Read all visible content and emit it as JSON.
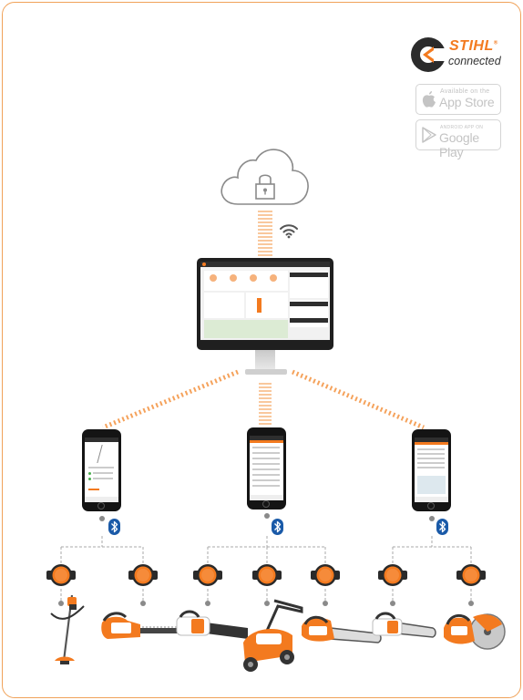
{
  "brand": {
    "name": "STIHL",
    "registered": "®",
    "tagline": "connected",
    "accent_color": "#f37a1f",
    "dark_color": "#2b2b2b"
  },
  "app_store": {
    "small_text": "Available on the",
    "big_text": "App Store",
    "icon": "apple-icon"
  },
  "google_play": {
    "small_text": "ANDROID APP ON",
    "big_text": "Google Play",
    "icon": "play-triangle-icon"
  },
  "cloud": {
    "icon": "cloud-lock-icon"
  },
  "wifi": {
    "icon": "wifi-icon"
  },
  "bluetooth": {
    "icon": "bluetooth-icon",
    "color": "#1a5aa8"
  },
  "tools": [
    "brushcutter",
    "hedge-trimmer",
    "leaf-blower",
    "lawn-mower",
    "chainsaw",
    "battery-chainsaw",
    "cut-off-saw"
  ]
}
